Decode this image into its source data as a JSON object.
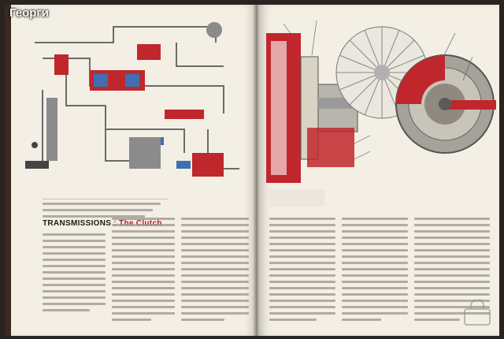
{
  "watermark": {
    "text": "Георги"
  },
  "left_page": {
    "section_title_main": "TRANSMISSIONS",
    "section_title_sub": "The Clutch"
  },
  "colors": {
    "diagram_red": "#c0272d",
    "diagram_blue": "#3f6fb0",
    "paper": "#f3efe5",
    "ink": "#1d1d1b"
  }
}
